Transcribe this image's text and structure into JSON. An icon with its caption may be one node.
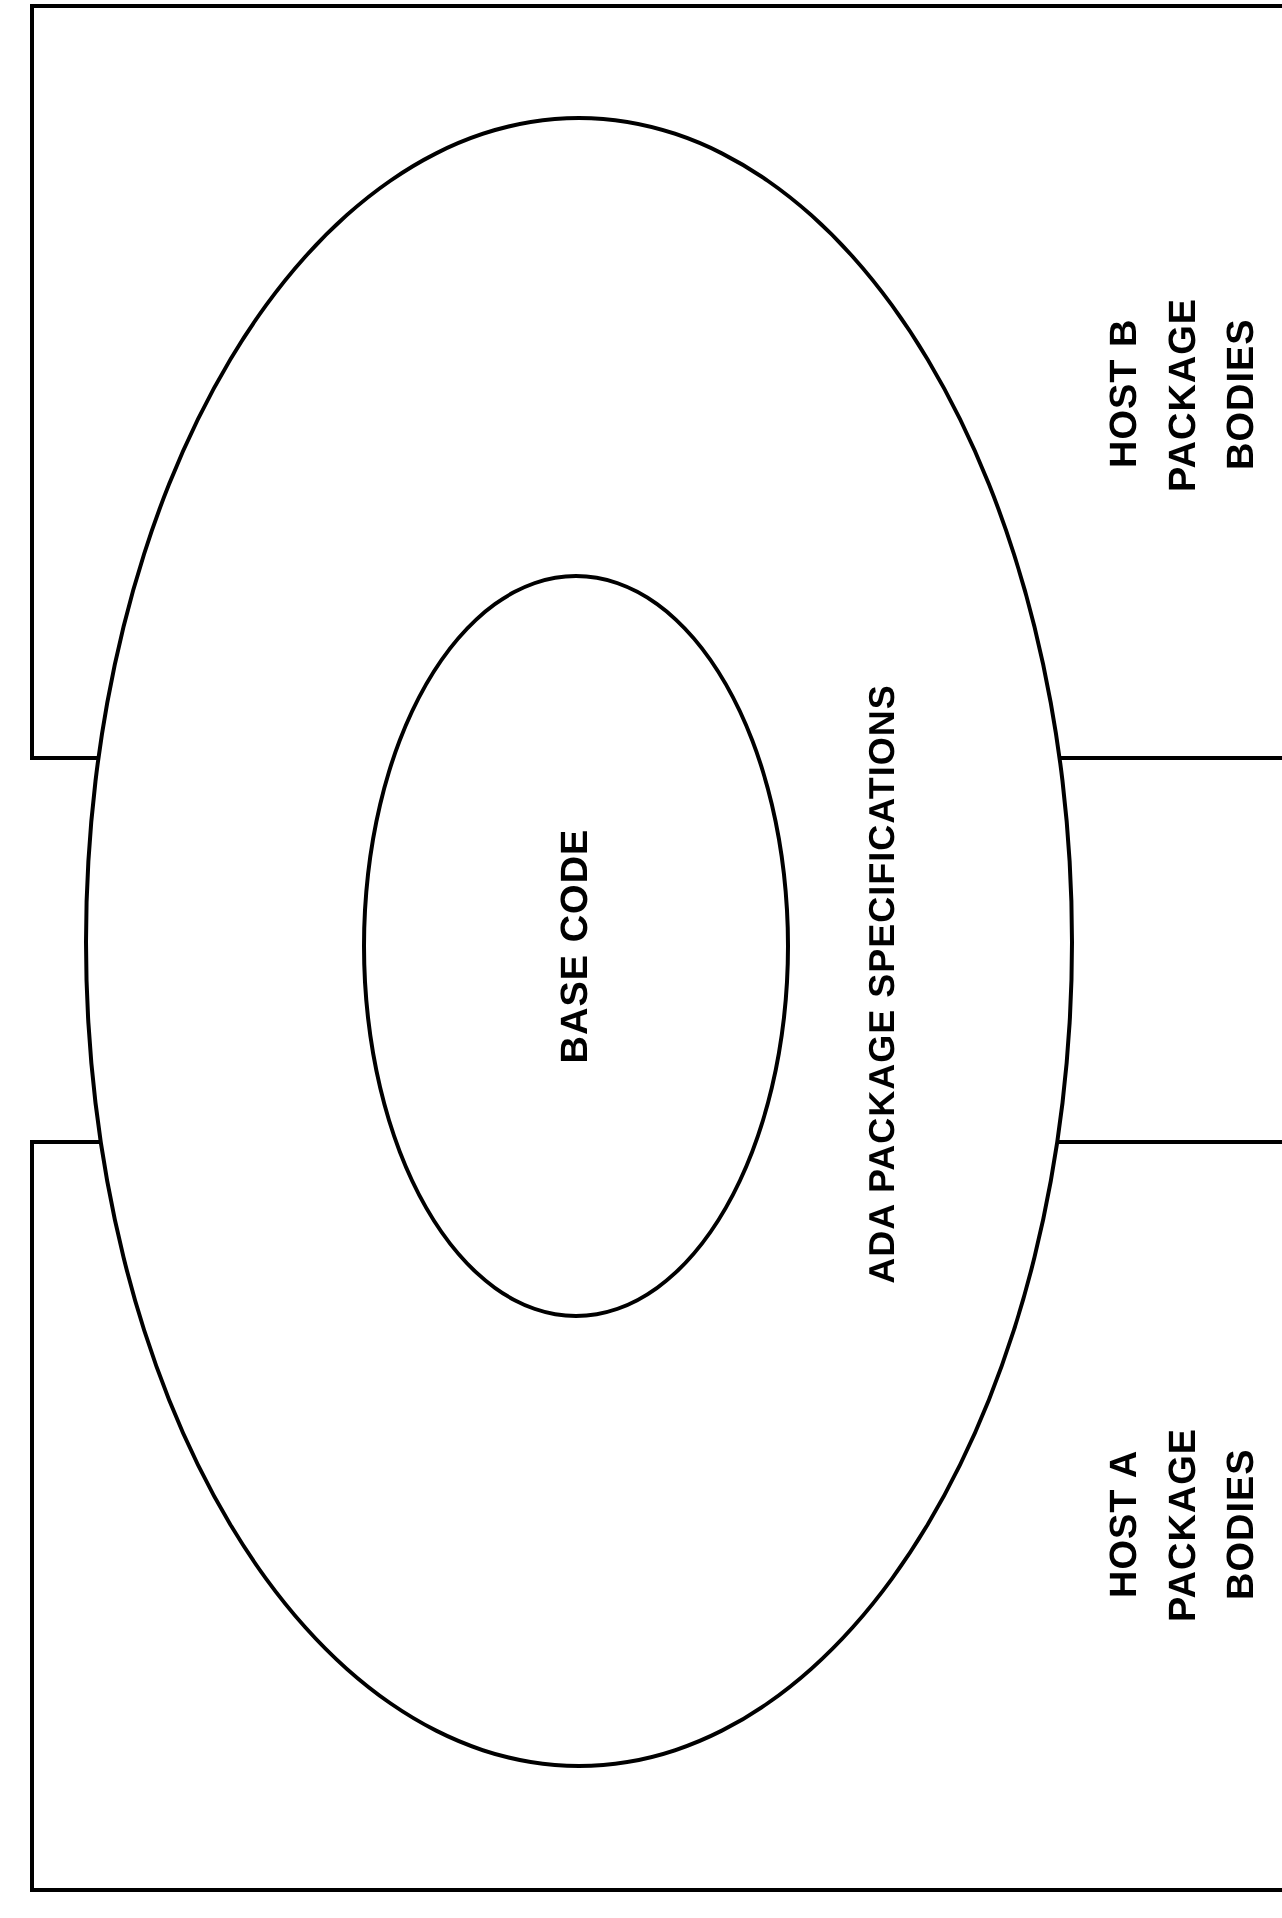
{
  "diagram": {
    "nodes": [
      {
        "text": [
          "HOST A PACKAGE BODIES"
        ]
      },
      {
        "text": [
          "ADA PACKAGE SPECIFICATIONS"
        ]
      },
      {
        "text": [
          "BASE CODE"
        ],
        "in": 1
      },
      {
        "text": [
          "HOST B PACKAGE BODIES"
        ]
      }
    ]
  }
}
